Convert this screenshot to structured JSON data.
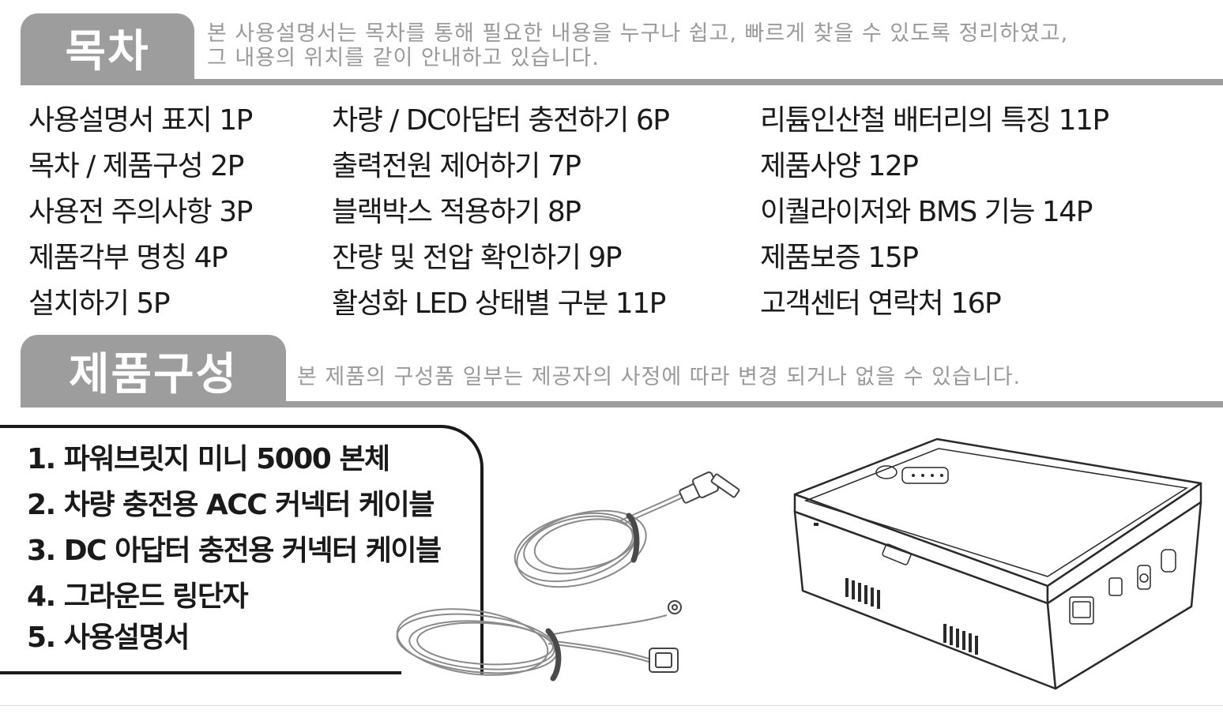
{
  "toc": {
    "title": "목차",
    "description_line1": "본 사용설명서는 목차를 통해 필요한 내용을 누구나 쉽고, 빠르게 찾을 수 있도록 정리하였고,",
    "description_line2": "그 내용의 위치를 같이 안내하고 있습니다.",
    "columns": [
      [
        "사용설명서 표지 1P",
        "목차 / 제품구성 2P",
        "사용전 주의사항 3P",
        "제품각부 명칭 4P",
        "설치하기 5P"
      ],
      [
        "차량 / DC아답터 충전하기 6P",
        "출력전원 제어하기 7P",
        "블랙박스 적용하기 8P",
        "잔량 및 전압 확인하기 9P",
        "활성화 LED 상태별 구분 11P"
      ],
      [
        "리튬인산철 배터리의 특징 11P",
        "제품사양 12P",
        "이퀄라이저와 BMS 기능 14P",
        "제품보증 15P",
        "고객센터 연락처 16P"
      ]
    ]
  },
  "components": {
    "title": "제품구성",
    "description": "본 제품의 구성품 일부는 제공자의 사정에 따라 변경 되거나 없을 수 있습니다.",
    "items": [
      "1. 파워브릿지 미니 5000 본체",
      "2. 차량 충전용 ACC 커넥터 케이블",
      "3. DC 아답터 충전용 커넥터 케이블",
      "4. 그라운드 링단자",
      "5. 사용설명서"
    ]
  },
  "colors": {
    "tab_gray": "#9d9d9d",
    "text_dark": "#1a1a1a",
    "desc_gray": "#9a9a9a"
  },
  "icons": [
    "cable-dc-adapter-icon",
    "cable-acc-icon",
    "power-bank-device-icon"
  ]
}
